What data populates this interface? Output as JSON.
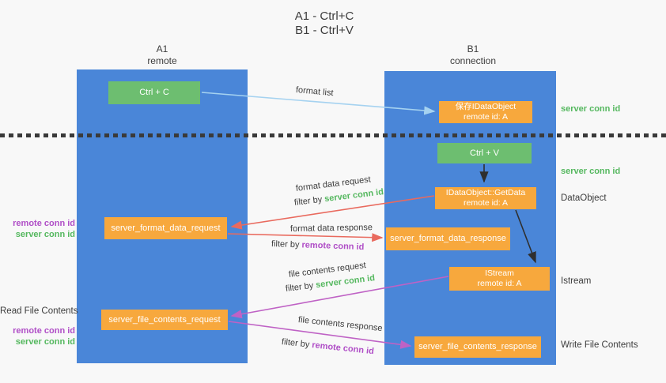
{
  "title": {
    "line1": "A1 - Ctrl+C",
    "line2": "B1 - Ctrl+V"
  },
  "lanes": {
    "left": {
      "name": "A1",
      "subtitle": "remote"
    },
    "right": {
      "name": "B1",
      "subtitle": "connection"
    }
  },
  "nodes": {
    "ctrl_c": {
      "label": "Ctrl + C"
    },
    "ctrl_v": {
      "label": "Ctrl + V"
    },
    "save_idataobject": {
      "line1": "保存IDataObject",
      "line2": "remote id: A"
    },
    "getdata": {
      "line1": "IDataObject::GetData",
      "line2": "remote id: A"
    },
    "istream": {
      "line1": "IStream",
      "line2": "remote id: A"
    },
    "format_request": {
      "label": "server_format_data_request"
    },
    "format_response": {
      "label": "server_format_data_response"
    },
    "file_request": {
      "label": "server_file_contents_request"
    },
    "file_response": {
      "label": "server_file_contents_response"
    }
  },
  "side_labels": {
    "right": {
      "server_conn_id_top": "server conn id",
      "server_conn_id_mid": "server conn id",
      "dataobject": "DataObject",
      "istream": "Istream",
      "write_file_contents": "Write File Contents"
    },
    "left": {
      "remote_conn_id_top": "remote conn id",
      "server_conn_id_top": "server conn id",
      "read_file_contents": "Read File Contents",
      "remote_conn_id_bottom": "remote conn id",
      "server_conn_id_bottom": "server conn id"
    }
  },
  "arrow_labels": {
    "format_list": "format list",
    "format_data_request": "format data request",
    "filter_by_1": "filter by",
    "server_conn_id_1": "server conn id",
    "format_data_response": "format data response",
    "filter_by_2": "filter by",
    "remote_conn_id_2": "remote conn id",
    "file_contents_request": "file contents request",
    "filter_by_3": "filter by",
    "server_conn_id_3": "server conn id",
    "file_contents_response": "file contents response",
    "filter_by_4": "filter by",
    "remote_conn_id_4": "remote conn id"
  },
  "colors": {
    "lane_blue": "#4a86d8",
    "node_green": "#6dbe70",
    "node_orange": "#f7a83d",
    "text_green": "#55b85f",
    "text_purple": "#b04fc7",
    "arrow_blue": "#a5d2f0",
    "arrow_salmon": "#e96a5e",
    "arrow_magenta": "#bf62c5",
    "arrow_black": "#2f2f2f",
    "background": "#f8f8f8"
  }
}
